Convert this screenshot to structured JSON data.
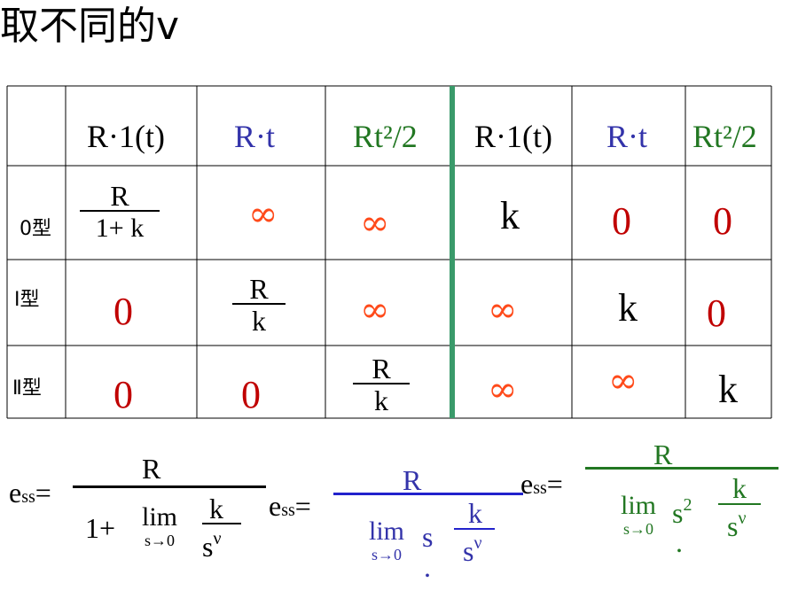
{
  "title": "取不同的v",
  "colors": {
    "red": "#C00000",
    "orange": "#FF4A1A",
    "blue": "#3333AA",
    "green": "#227722",
    "divider": "#3A9A6A"
  },
  "table": {
    "headers": [
      "R·1(t)",
      "R·t",
      "Rt²/2",
      "R·1(t)",
      "R·t",
      "Rt²/2"
    ],
    "rows": [
      {
        "label": "0型",
        "frac_num": "R",
        "frac_den": "1+ k",
        "c2": "∞",
        "c3": "∞",
        "c4": "k",
        "c5": "0",
        "c6": "0"
      },
      {
        "label": "Ⅰ型",
        "c1": "0",
        "frac_num": "R",
        "frac_den": "k",
        "c3": "∞",
        "c4": "∞",
        "c5": "k",
        "c6": "0"
      },
      {
        "label": "Ⅱ型",
        "c1": "0",
        "c2": "0",
        "frac_num": "R",
        "frac_den": "k",
        "c4": "∞",
        "c5": "∞",
        "c6": "k"
      }
    ]
  },
  "formulas": {
    "ess_e": "e",
    "ess_sub": "ss",
    "ess_eq": "=",
    "f1": {
      "num": "R",
      "prefix": "1+",
      "lim": "lim",
      "lim_under": "s→0",
      "k": "k",
      "s": "s",
      "nu": "ν"
    },
    "f2": {
      "num": "R",
      "lim": "lim",
      "lim_under": "s→0",
      "s": "s",
      "k": "k",
      "s2": "s",
      "nu": "ν",
      "dot": "."
    },
    "f3": {
      "num": "R",
      "lim": "lim",
      "lim_under": "s→0",
      "s": "s",
      "pow": "2",
      "k": "k",
      "s2": "s",
      "nu": "ν",
      "dot": "."
    }
  }
}
